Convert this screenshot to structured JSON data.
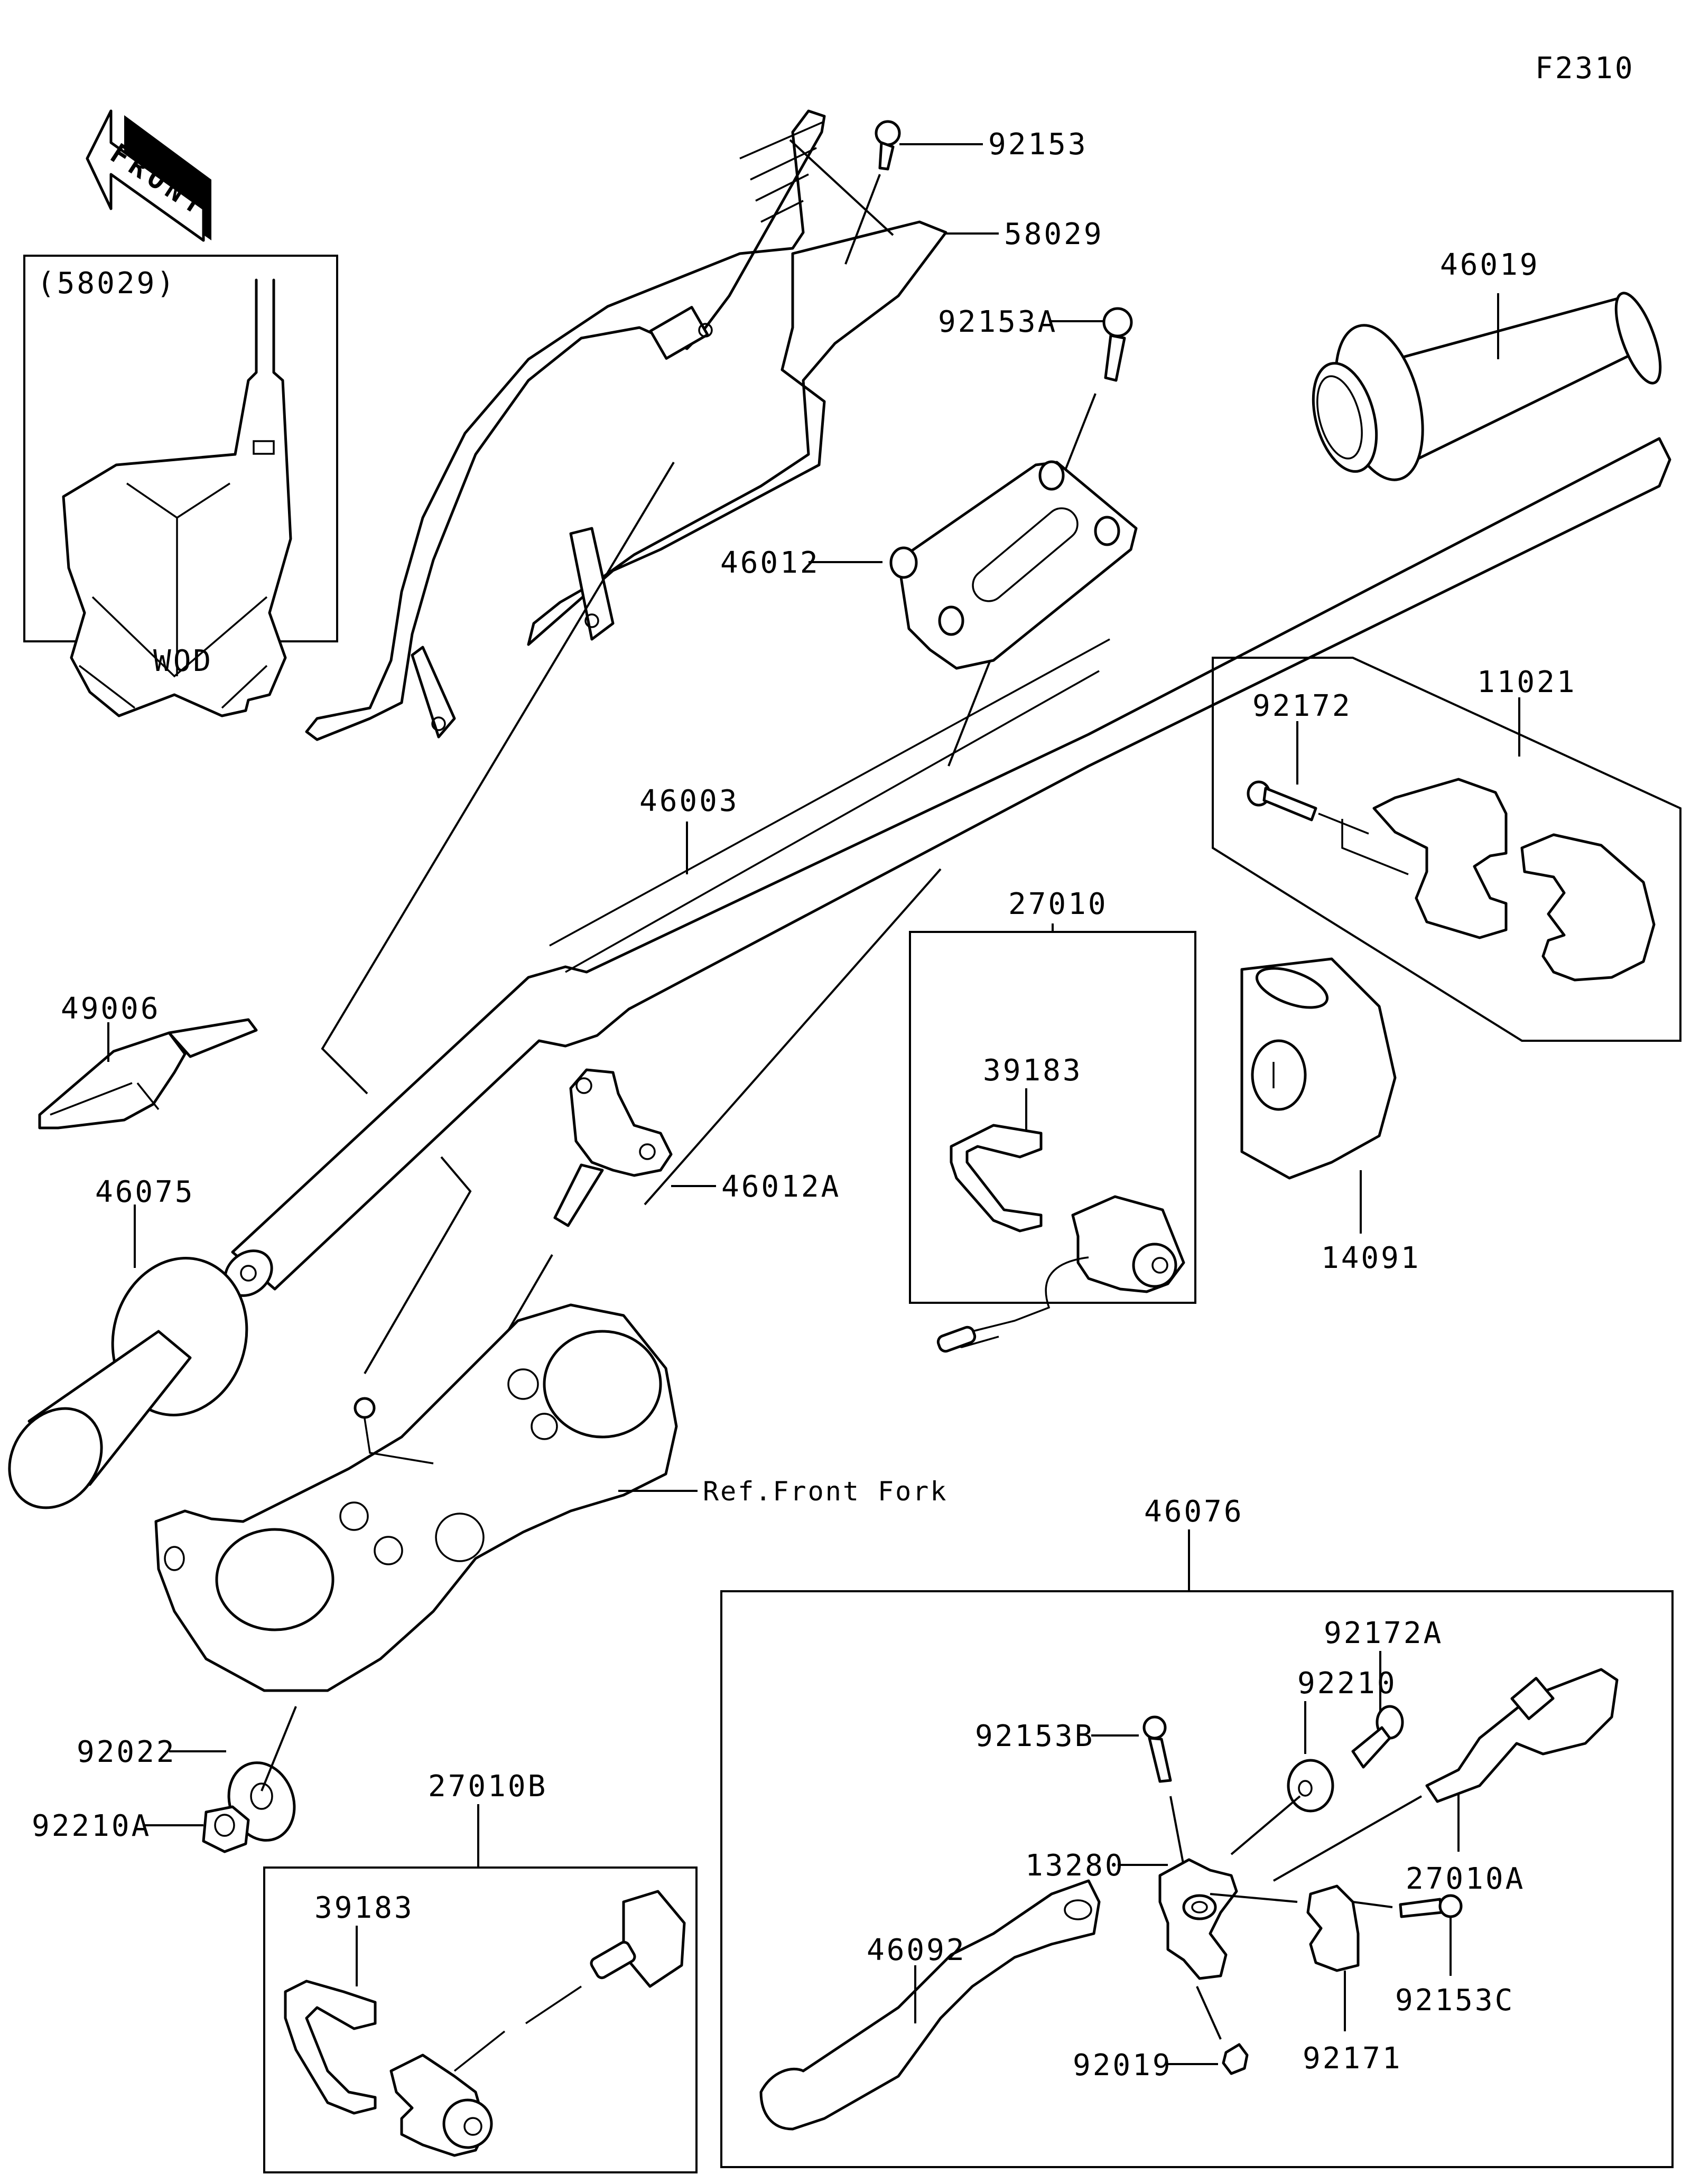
{
  "diagram": {
    "figure_code": "F2310",
    "front_indicator": "FRONT",
    "inset": {
      "part_ref": "(58029)",
      "variant_label": "WOD"
    },
    "labels": {
      "p92153": "92153",
      "p58029": "58029",
      "p92153A": "92153A",
      "p46019": "46019",
      "p46012": "46012",
      "p11021": "11021",
      "p92172": "92172",
      "p46003": "46003",
      "p27010": "27010",
      "p39183_a": "39183",
      "p49006": "49006",
      "p14091": "14091",
      "p46012A": "46012A",
      "p46075": "46075",
      "ref_front_fork": "Ref.Front Fork",
      "p46076": "46076",
      "p92172A": "92172A",
      "p92210": "92210",
      "p92153B": "92153B",
      "p27010A": "27010A",
      "p13280": "13280",
      "p92022": "92022",
      "p92210A": "92210A",
      "p27010B": "27010B",
      "p39183_b": "39183",
      "p46092": "46092",
      "p92153C": "92153C",
      "p92019": "92019",
      "p92171": "92171"
    }
  }
}
